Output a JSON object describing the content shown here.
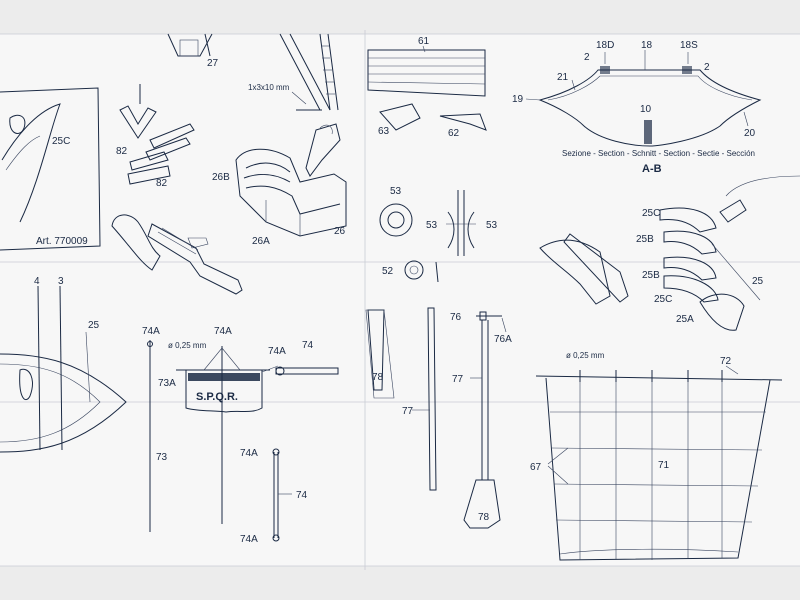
{
  "parts": {
    "p27": "27",
    "p61": "61",
    "p18D": "18D",
    "p18": "18",
    "p18S": "18S",
    "p2a": "2",
    "p2b": "2",
    "p21": "21",
    "p19": "19",
    "p10": "10",
    "p20": "20",
    "p25C_top": "25C",
    "p82a": "82",
    "p82b": "82",
    "p63": "63",
    "p62": "62",
    "p26B": "26B",
    "p26A": "26A",
    "p26": "26",
    "p53a": "53",
    "p53b": "53",
    "p53c": "53",
    "p52": "52",
    "p25C_r1": "25C",
    "p25B_r1": "25B",
    "p25B_r2": "25B",
    "p25C_r2": "25C",
    "p25A": "25A",
    "p25": "25",
    "p4": "4",
    "p3": "3",
    "p25_left": "25",
    "p74A_1": "74A",
    "p74A_2": "74A",
    "p74A_3": "74A",
    "p74": "74",
    "p73A": "73A",
    "p73": "73",
    "p74A_4": "74A",
    "p74b": "74",
    "p74A_5": "74A",
    "p78a": "78",
    "p77a": "77",
    "p76": "76",
    "p76A": "76A",
    "p77b": "77",
    "p78b": "78",
    "p72": "72",
    "p71": "71",
    "p67": "67"
  },
  "texts": {
    "dim1": "1x3x10 mm",
    "dia1": "ø 0,25 mm",
    "dia2": "ø 0,25 mm",
    "section": "Sezione - Section - Schnitt - Section - Sectie - Sección",
    "ab": "A-B",
    "art": "Art. 770009",
    "banner": "S.P.Q.R."
  }
}
